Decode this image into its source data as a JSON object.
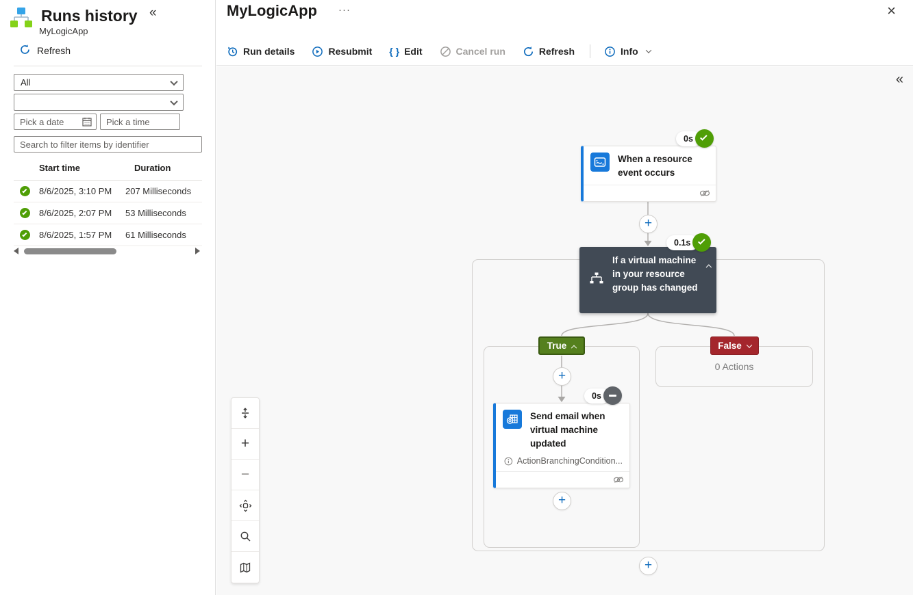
{
  "colors": {
    "accent": "#0f6cbd",
    "accent2": "#1779da",
    "green": "#4f9e06",
    "true_green": "#55801e",
    "false_red": "#a4262c",
    "condition_dark": "#414a55",
    "skipped_gray": "#5f6368"
  },
  "sidebar": {
    "title": "Runs history",
    "subtitle": "MyLogicApp",
    "collapse_glyph": "«",
    "refresh_label": "Refresh",
    "filters": {
      "status_dropdown_value": "All",
      "second_dropdown_value": "",
      "date_placeholder": "Pick a date",
      "time_placeholder": "Pick a time",
      "search_placeholder": "Search to filter items by identifier"
    },
    "table": {
      "columns": {
        "start": "Start time",
        "duration": "Duration"
      },
      "rows": [
        {
          "status": "succeeded",
          "start_time": "8/6/2025, 3:10 PM",
          "duration": "207 Milliseconds"
        },
        {
          "status": "succeeded",
          "start_time": "8/6/2025, 2:07 PM",
          "duration": "53 Milliseconds"
        },
        {
          "status": "succeeded",
          "start_time": "8/6/2025, 1:57 PM",
          "duration": "61 Milliseconds"
        }
      ]
    }
  },
  "header": {
    "title": "MyLogicApp",
    "more_glyph": "···",
    "close_glyph": "×"
  },
  "toolbar": {
    "items": [
      {
        "label": "Run details",
        "icon": "history-icon",
        "enabled": true
      },
      {
        "label": "Resubmit",
        "icon": "resubmit-icon",
        "enabled": true
      },
      {
        "label": "Edit",
        "icon": "code-braces-icon",
        "enabled": true
      },
      {
        "label": "Cancel run",
        "icon": "cancel-icon",
        "enabled": false
      },
      {
        "label": "Refresh",
        "icon": "refresh-icon",
        "enabled": true
      },
      {
        "label": "Info",
        "icon": "info-icon",
        "enabled": true,
        "has_chevron": true
      }
    ],
    "edit_glyph": "{ }"
  },
  "canvas": {
    "collapse_glyph": "«",
    "trigger": {
      "title": "When a resource event occurs",
      "badge": "0s",
      "status": "succeeded"
    },
    "condition": {
      "title": "If a virtual machine in your resource group has changed",
      "badge": "0.1s",
      "status": "succeeded"
    },
    "true_branch": {
      "label": "True",
      "action": {
        "title": "Send email when virtual machine updated",
        "note": "ActionBranchingCondition...",
        "badge": "0s",
        "status": "skipped"
      }
    },
    "false_branch": {
      "label": "False",
      "empty_text": "0 Actions"
    },
    "plus_glyph": "+",
    "zoom_toolbar": {
      "zoom_in_glyph": "+",
      "zoom_out_glyph": "−"
    }
  }
}
